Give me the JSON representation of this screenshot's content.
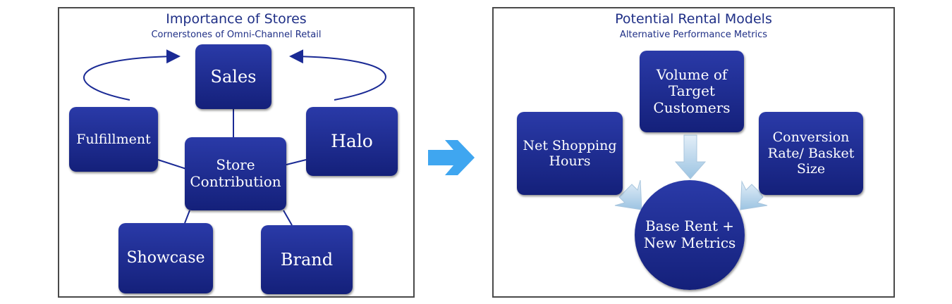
{
  "left": {
    "title": "Importance of Stores",
    "subtitle": "Cornerstones of Omni-Channel Retail",
    "boxes": {
      "sales": "Sales",
      "fulfillment": "Fulfillment",
      "halo": "Halo",
      "store_contribution": "Store Contribution",
      "showcase": "Showcase",
      "brand": "Brand"
    }
  },
  "right": {
    "title": "Potential Rental Models",
    "subtitle": "Alternative Performance Metrics",
    "boxes": {
      "volume": "Volume of Target Customers",
      "net_shopping_hours": "Net Shopping Hours",
      "conversion": "Conversion Rate/ Basket Size",
      "base_rent": "Base Rent + New Metrics"
    }
  },
  "colors": {
    "box": "#1a2a95",
    "title": "#1f2f86",
    "arrow": "#3fa6f0",
    "connector": "#1a2a95"
  }
}
